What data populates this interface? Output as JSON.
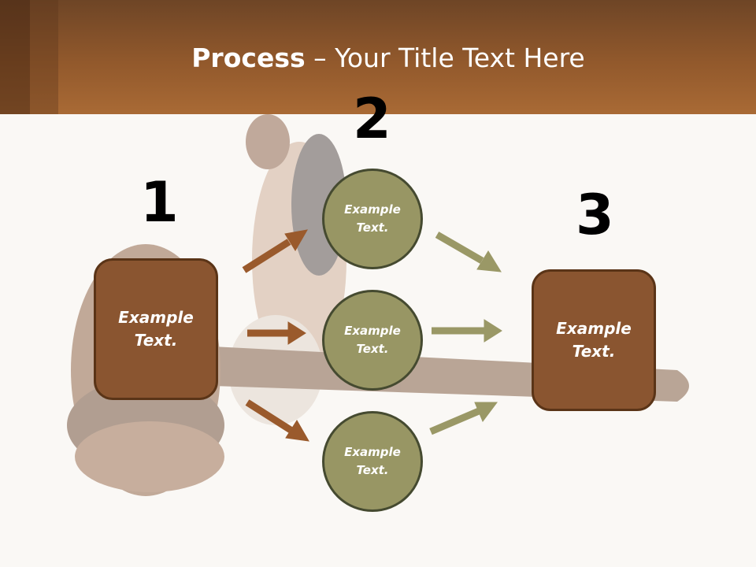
{
  "title": {
    "bold": "Process",
    "rest": " – Your Title Text Here"
  },
  "steps": {
    "one": "1",
    "two": "2",
    "three": "3"
  },
  "boxes": {
    "left": "Example Text.",
    "right": "Example Text."
  },
  "circles": {
    "top": "Example Text.",
    "middle": "Example Text.",
    "bottom": "Example Text."
  },
  "colors": {
    "header": "#a0652f",
    "box_fill": "#8a5530",
    "circle_fill": "#989664",
    "arrow_brown": "#9a5a2c",
    "arrow_olive": "#9a9866"
  }
}
